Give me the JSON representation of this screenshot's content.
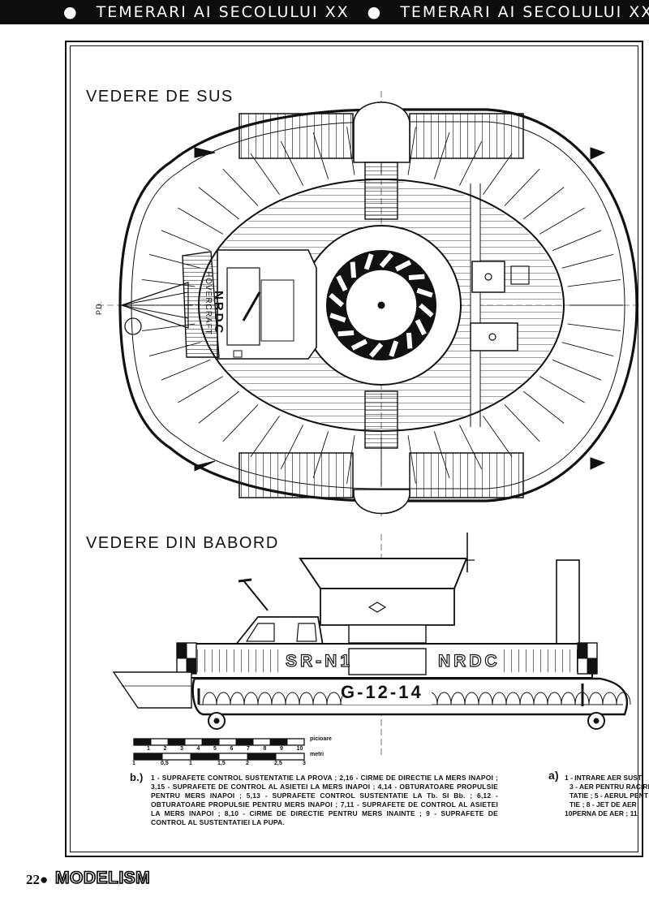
{
  "header": {
    "running_title": "TEMERARI AI SECOLULUI XX",
    "separator": "●"
  },
  "top_view": {
    "title": "VEDERE DE SUS",
    "axis_label": "P.D."
  },
  "side_view": {
    "title": "VEDERE DIN BABORD"
  },
  "markings": {
    "deck_name": "NRDC",
    "deck_sub": "HOVERCRAFT",
    "hull_code": "SR-N1",
    "hull_name": "NRDC",
    "registration": "G-12-14"
  },
  "scale": {
    "feet_label": "picioare",
    "meters_label": "metri",
    "feet_ticks": [
      "1",
      "2",
      "3",
      "4",
      "5",
      "6",
      "7",
      "8",
      "9",
      "10"
    ],
    "meter_ticks": [
      "1",
      "0,5",
      "1",
      "1,5",
      "2",
      "2,5",
      "3"
    ]
  },
  "caption_b": {
    "marker": "b.)",
    "text": "1 - SUPRAFETE CONTROL SUSTENTATIE LA PROVA ; 2,16 - CIRME DE DIRECTIE LA MERS INAPOI ; 3,15 - SUPRAFETE DE CONTROL AL ASIETEI LA MERS INAPOI ; 4,14 - OBTURATOARE PROPULSIE PENTRU MERS INAPOI ; 5,13 - SUPRAFETE CONTROL SUSTENTATIE LA Tb. SI Bb. ; 6,12 - OBTURATOARE PROPULSIE PENTRU MERS INAPOI ; 7,11 - SUPRAFETE DE CONTROL AL ASIETEI LA MERS INAPOI ; 8,10 - CIRME DE DIRECTIE PENTRU MERS INAINTE ; 9 - SUPRAFETE DE CONTROL AL SUSTENTATIEI LA PUPA."
  },
  "caption_a": {
    "marker": "a)",
    "line1": "1 - INTRARE AER SUST",
    "line2": "3 - AER PENTRU RACIRE",
    "line3": "TATIE ; 5 - AERUL PENT",
    "line4": "TIE ; 8 - JET DE AER",
    "line5": "10PERNA DE AER ; 11"
  },
  "footer": {
    "page_number": "22",
    "bullet": "●",
    "magazine": "MODELISM"
  },
  "colors": {
    "ink": "#111111",
    "paper": "#ffffff"
  }
}
